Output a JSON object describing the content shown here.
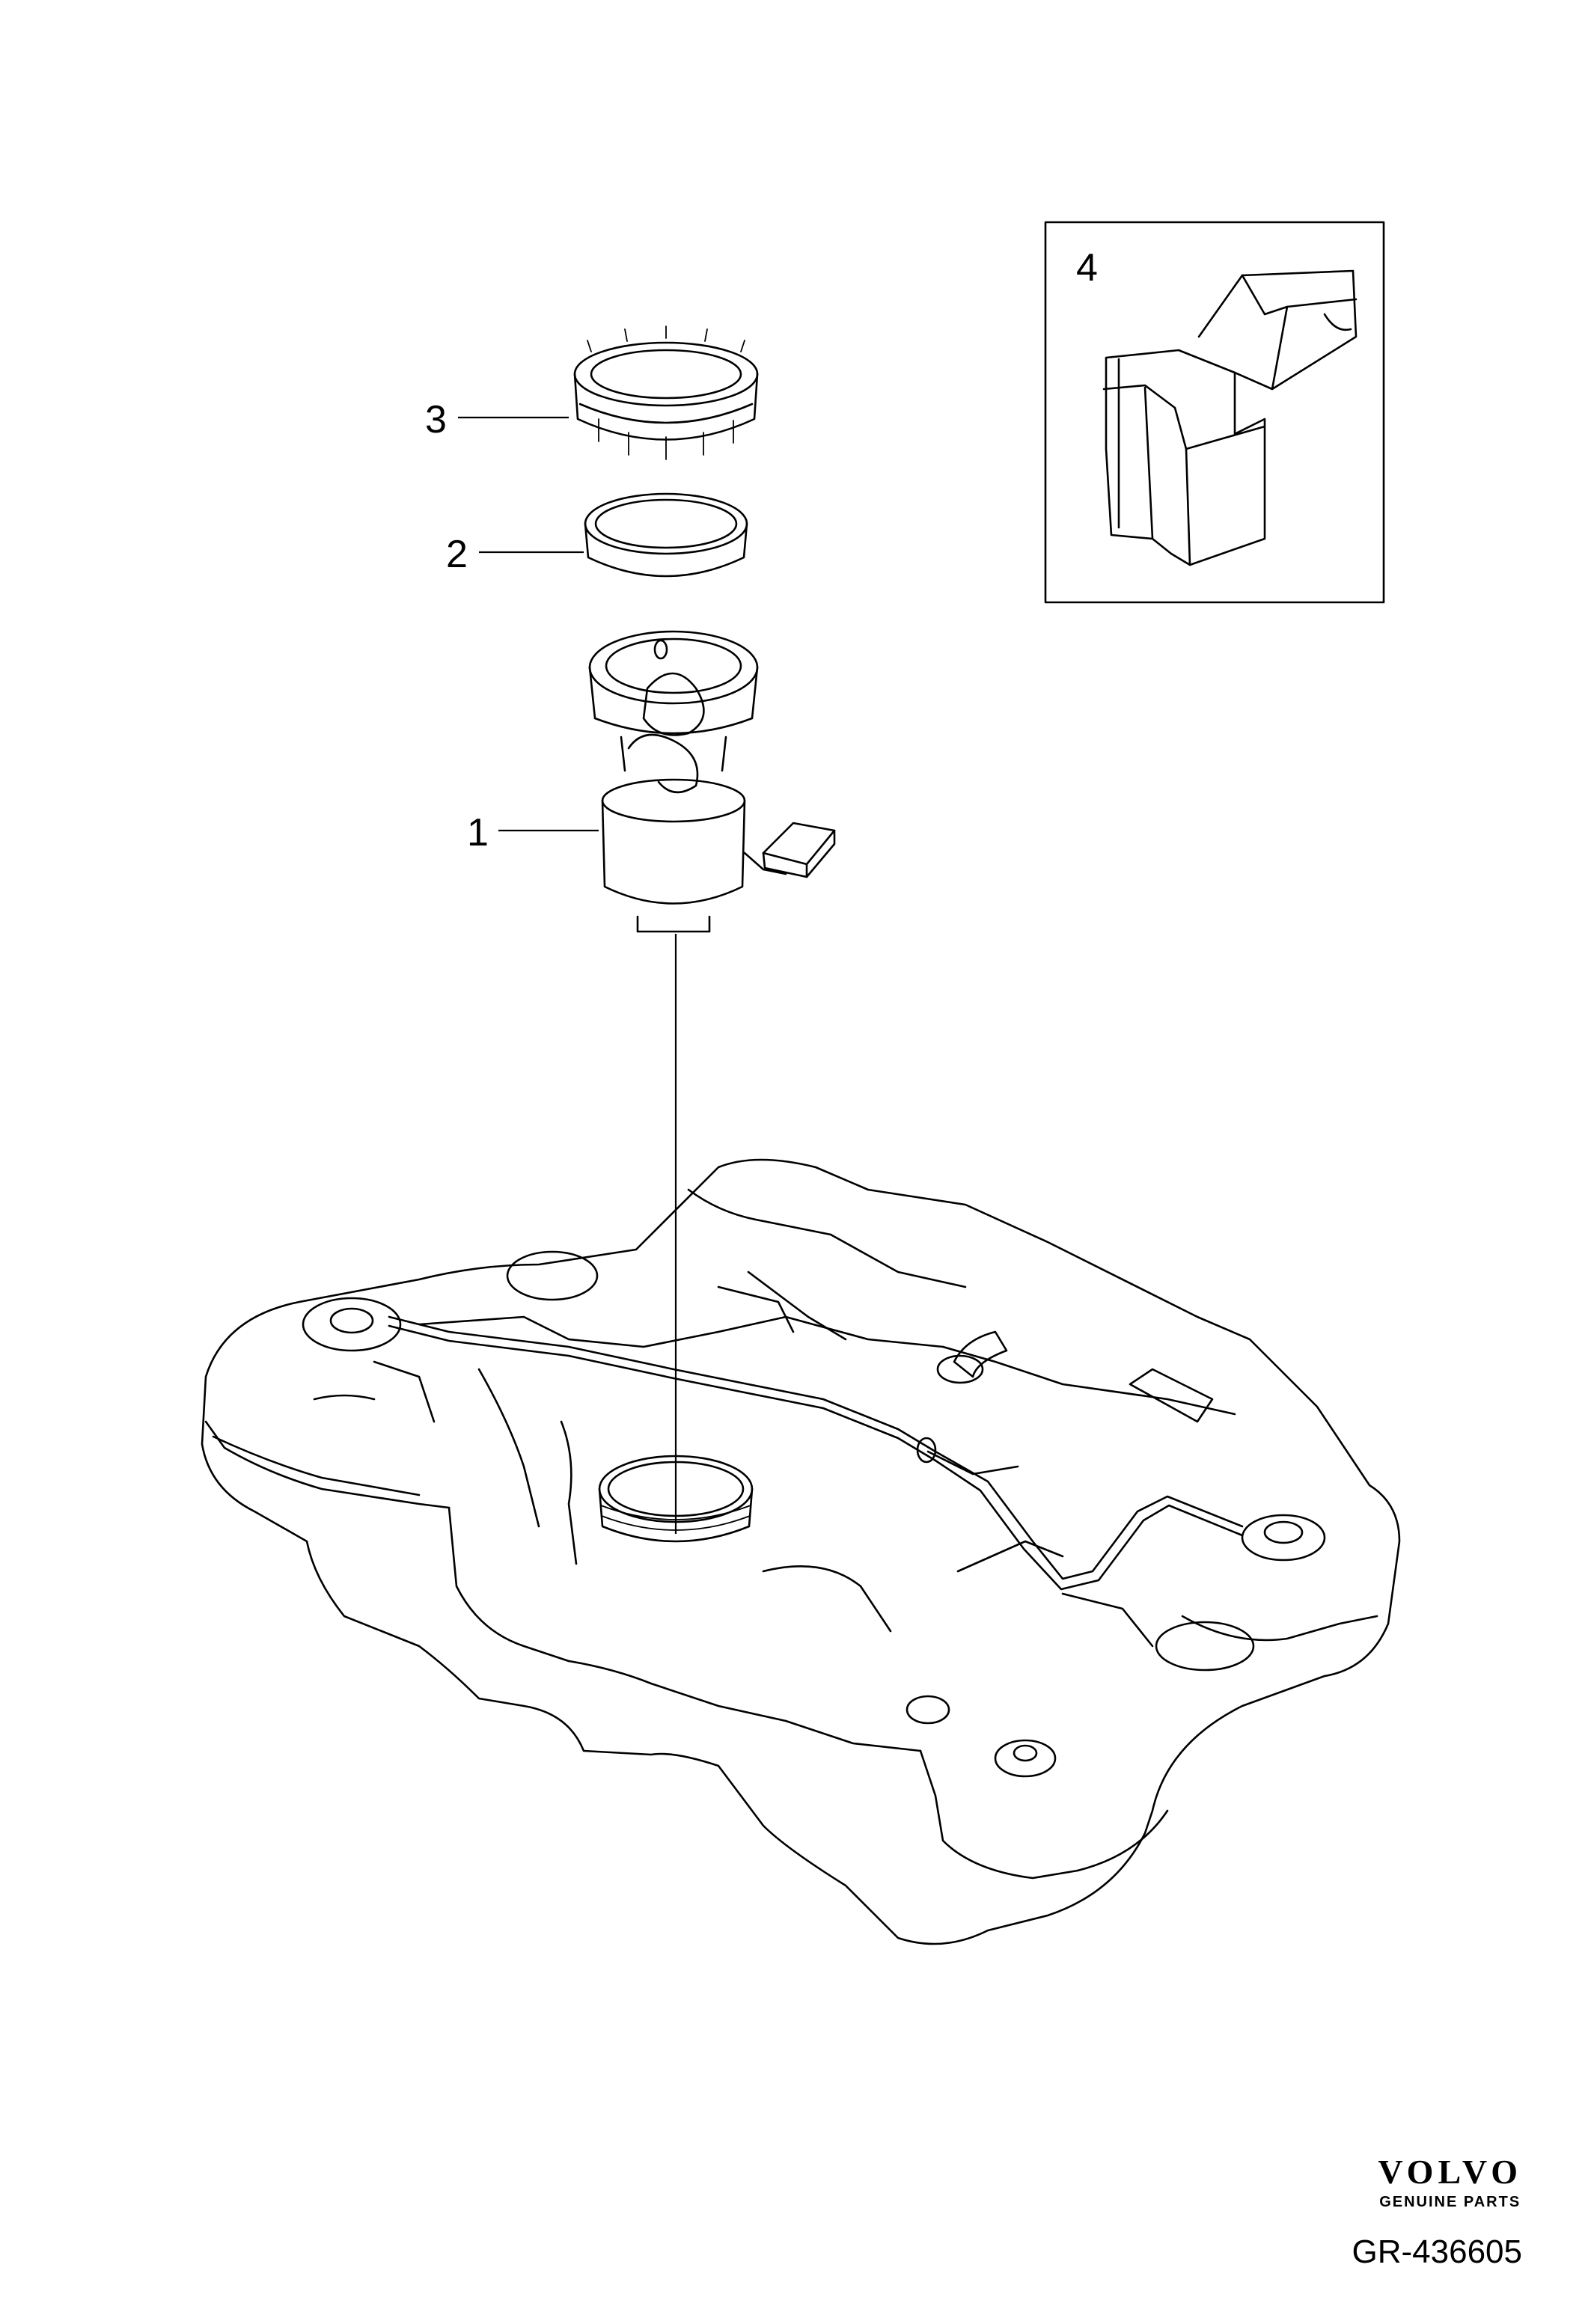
{
  "callouts": [
    {
      "id": "1",
      "label": "1"
    },
    {
      "id": "2",
      "label": "2"
    },
    {
      "id": "3",
      "label": "3"
    },
    {
      "id": "4",
      "label": "4"
    }
  ],
  "brand": {
    "logo_text": "VOLVO",
    "subtitle": "GENUINE PARTS"
  },
  "reference": "GR-436605",
  "colors": {
    "line": "#000000",
    "background": "#ffffff"
  }
}
